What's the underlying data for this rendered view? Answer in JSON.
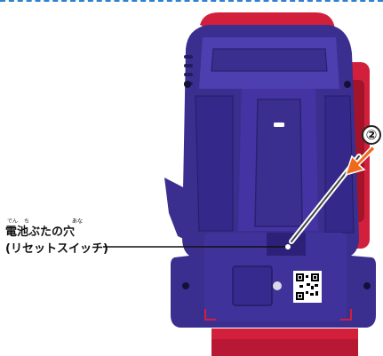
{
  "step": {
    "number": "②"
  },
  "callout": {
    "line1": "電池ぶたの穴",
    "line2": "(リセットスイッチ)",
    "furigana": {
      "den": "でん",
      "chi": "ち",
      "ana": "あな"
    }
  },
  "colors": {
    "body_blue": "#3a2f8f",
    "body_blue_light": "#4d3fb0",
    "body_blue_dark": "#241c63",
    "red_shell": "#d21f3c",
    "red_dark": "#a3132a",
    "arrow_orange": "#ef6a1c",
    "frame_border": "#2f7fd0"
  },
  "icons": {
    "qr": "qr-code-icon",
    "screw": "screw-icon",
    "arrow": "arrow-pointer-icon"
  }
}
